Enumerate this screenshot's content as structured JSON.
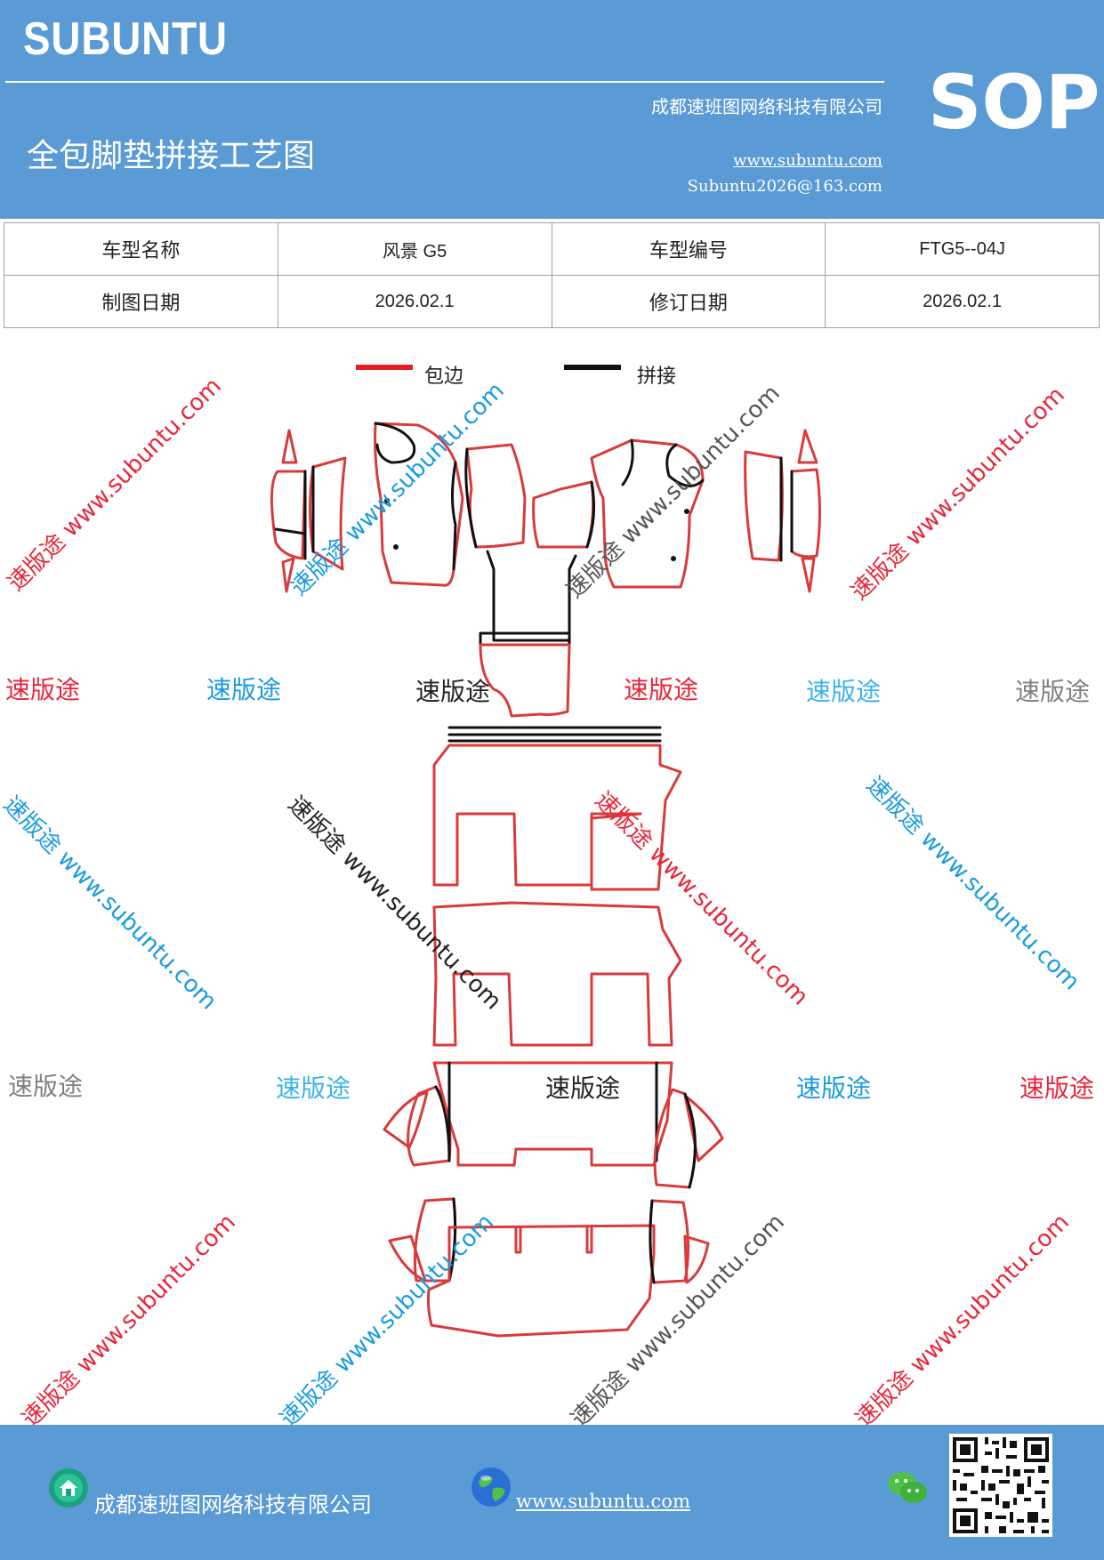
{
  "header": {
    "logo": "SUBUNTU",
    "company": "成都速班图网络科技有限公司",
    "title": "全包脚垫拼接工艺图",
    "website": "www.subuntu.com",
    "email": "Subuntu2026@163.com",
    "badge": "SOP"
  },
  "info_table": {
    "rows": [
      [
        "车型名称",
        "风景 G5",
        "车型编号",
        "FTG5--04J"
      ],
      [
        "制图日期",
        "2026.02.1",
        "修订日期",
        "2026.02.1"
      ]
    ]
  },
  "legend": {
    "red_label": "包边",
    "black_label": "拼接",
    "colors": {
      "edge": "#e31e24",
      "seam": "#111111"
    }
  },
  "watermarks": {
    "diag": "速版途 www.subuntu.com",
    "flat": "速版途"
  },
  "footer": {
    "company": "成都速班图网络科技有限公司",
    "website": "www.subuntu.com"
  },
  "icons": {
    "home": "home-icon",
    "globe": "globe-icon",
    "wechat": "wechat-icon",
    "qr": "qr-code"
  },
  "colors": {
    "brand": "#5b9bd5",
    "wm_red": "#e8263a",
    "wm_blue": "#1a9be0",
    "wm_gray": "#808080",
    "wm_dark": "#222222"
  }
}
